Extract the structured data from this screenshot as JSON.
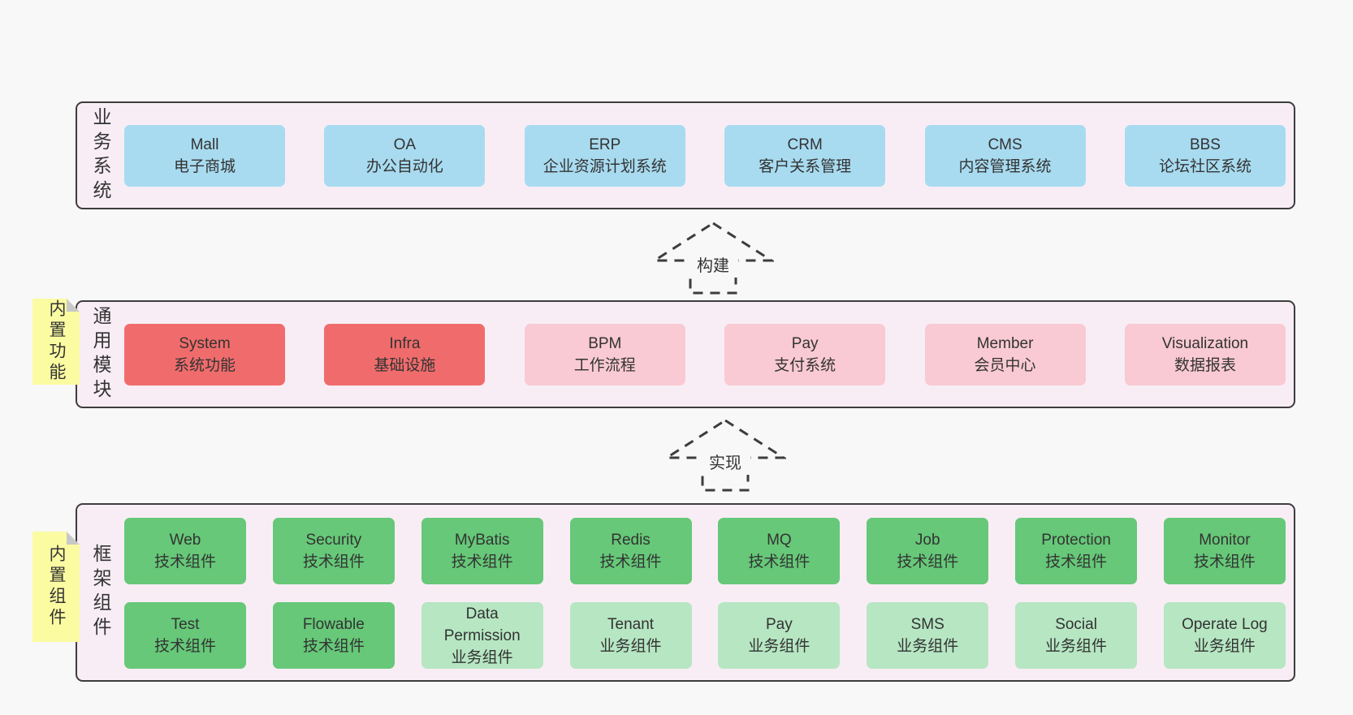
{
  "colors": {
    "page_bg": "#f8f8f8",
    "panel_bg": "#f8edf5",
    "panel_border": "#3d3d3d",
    "text": "#333333",
    "blue": "#a8dbf0",
    "red": "#f06c6c",
    "pink": "#f9cad3",
    "green": "#66c878",
    "green_light": "#b6e6c2",
    "sticky": "#fbfba2",
    "sticky_fold": "#c8c8c8"
  },
  "arrows": {
    "build": "构建",
    "implement": "实现"
  },
  "layers": {
    "business": {
      "label": "业务系统",
      "boxes": [
        {
          "name": "Mall",
          "sub": "电子商城",
          "type": "blue"
        },
        {
          "name": "OA",
          "sub": "办公自动化",
          "type": "blue"
        },
        {
          "name": "ERP",
          "sub": "企业资源计划系统",
          "type": "blue"
        },
        {
          "name": "CRM",
          "sub": "客户关系管理",
          "type": "blue"
        },
        {
          "name": "CMS",
          "sub": "内容管理系统",
          "type": "blue"
        },
        {
          "name": "BBS",
          "sub": "论坛社区系统",
          "type": "blue"
        }
      ]
    },
    "modules": {
      "label": "通用模块",
      "sticky": "内置功能",
      "boxes": [
        {
          "name": "System",
          "sub": "系统功能",
          "type": "red"
        },
        {
          "name": "Infra",
          "sub": "基础设施",
          "type": "red"
        },
        {
          "name": "BPM",
          "sub": "工作流程",
          "type": "pink"
        },
        {
          "name": "Pay",
          "sub": "支付系统",
          "type": "pink"
        },
        {
          "name": "Member",
          "sub": "会员中心",
          "type": "pink"
        },
        {
          "name": "Visualization",
          "sub": "数据报表",
          "type": "pink"
        }
      ]
    },
    "framework": {
      "label": "框架组件",
      "sticky": "内置组件",
      "row1": [
        {
          "name": "Web",
          "sub": "技术组件",
          "type": "green"
        },
        {
          "name": "Security",
          "sub": "技术组件",
          "type": "green"
        },
        {
          "name": "MyBatis",
          "sub": "技术组件",
          "type": "green"
        },
        {
          "name": "Redis",
          "sub": "技术组件",
          "type": "green"
        },
        {
          "name": "MQ",
          "sub": "技术组件",
          "type": "green"
        },
        {
          "name": "Job",
          "sub": "技术组件",
          "type": "green"
        },
        {
          "name": "Protection",
          "sub": "技术组件",
          "type": "green"
        },
        {
          "name": "Monitor",
          "sub": "技术组件",
          "type": "green"
        }
      ],
      "row2": [
        {
          "name": "Test",
          "sub": "技术组件",
          "type": "green"
        },
        {
          "name": "Flowable",
          "sub": "技术组件",
          "type": "green"
        },
        {
          "name": "Data Permission",
          "sub": "业务组件",
          "type": "green-light"
        },
        {
          "name": "Tenant",
          "sub": "业务组件",
          "type": "green-light"
        },
        {
          "name": "Pay",
          "sub": "业务组件",
          "type": "green-light"
        },
        {
          "name": "SMS",
          "sub": "业务组件",
          "type": "green-light"
        },
        {
          "name": "Social",
          "sub": "业务组件",
          "type": "green-light"
        },
        {
          "name": "Operate Log",
          "sub": "业务组件",
          "type": "green-light"
        }
      ]
    }
  }
}
